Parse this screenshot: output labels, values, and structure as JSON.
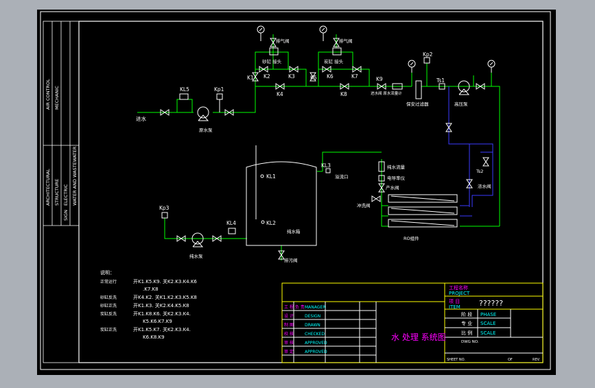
{
  "labels": {
    "inlet": "进水",
    "raw_pump": "原水泵",
    "kl5": "KL5",
    "kp1": "Kp1",
    "vent1": "排气阀",
    "vent2": "排气阀",
    "sand_head": "砂缸 接头",
    "carbon_head": "炭缸 接头",
    "k1": "K1",
    "k2": "K2",
    "k3": "K3",
    "k4": "K4",
    "k5": "K5",
    "k6": "K6",
    "k7": "K7",
    "k8": "K8",
    "k9": "K9",
    "inlet_valve_text": "进水阀 原水流量计",
    "kp2": "Kp2",
    "security_filter": "保安过滤器",
    "ts1": "Ts1",
    "hp_pump": "高压泵",
    "ts2": "Ts2",
    "conc_valve": "浓水阀",
    "kl1": "KL1",
    "kl2": "KL2",
    "kl3": "KL3",
    "pure_tank": "纯水箱",
    "overflow": "溢流口",
    "pure_flow": "纯水流量",
    "conductivity": "电导率仪",
    "prod_valve": "产水阀",
    "flush_valve": "冲洗阀",
    "ro_unit": "RO组件",
    "kp3": "Kp3",
    "kl4": "KL4",
    "pure_pump": "纯水泵",
    "drain": "排污阀"
  },
  "notes": {
    "title": "说明：",
    "rows": [
      {
        "label": "正常运行",
        "text": "开K1.K5.K9. 关K2.K3.K4.K6",
        "text2": ".K7.K8"
      },
      {
        "label": "砂缸反洗",
        "text": "开K4.K2. 关K1.K2.K3.K5.K8",
        "text2": ""
      },
      {
        "label": "砂缸正洗",
        "text": "开K1.K3. 关K2.K4.K5.K8",
        "text2": ""
      },
      {
        "label": "炭缸反洗",
        "text": "开K1.K8.K6. 关K2.K3.K4.",
        "text2": "K5.K6.K7.K9"
      },
      {
        "label": "炭缸正洗",
        "text": "开K1.K5.K7. 关K2.K3.K4.",
        "text2": "K6.K8.K9"
      }
    ]
  },
  "title_block": {
    "project_cn": "工程名称",
    "project_en": "PROJECT",
    "item_cn": "项 目",
    "item_en": "ITEM",
    "item_value": "??????",
    "roles": [
      {
        "cn": "工 程 负 责",
        "en": "MANAGER"
      },
      {
        "cn": "设 计",
        "en": "DESIGN"
      },
      {
        "cn": "制 图",
        "en": "DRAWN"
      },
      {
        "cn": "校 核",
        "en": "CHECKED"
      },
      {
        "cn": "审 核",
        "en": "APPROVED"
      },
      {
        "cn": "审 定",
        "en": "APPROVED"
      }
    ],
    "drawing_title": "水 处理 系统图",
    "phase_cn": "阶 段",
    "phase_en": "PHASE",
    "scale_cn": "专 业",
    "scale_en": "SCALE",
    "scale2_cn": "比 例",
    "scale2_en": "SCALE",
    "dwg_no": "DWG NO.",
    "sheet_no": "SHEET NO.",
    "of": "OF",
    "rev": "REV."
  },
  "side_block": {
    "rows": [
      "AIR CONTROL",
      "MECHANIC",
      "ARCHITECTURAL",
      "STRUCTURE",
      "ELECTRIC",
      "WATER AND WASTEWATER",
      "SIGN"
    ]
  },
  "colors": {
    "background": "#000000",
    "frame": "#ffffff",
    "pipe_green": "#00ff00",
    "pipe_blue": "#3a3aff",
    "title_yellow": "#ffff00",
    "title_magenta": "#ff00ff",
    "title_cyan": "#00ffff"
  }
}
